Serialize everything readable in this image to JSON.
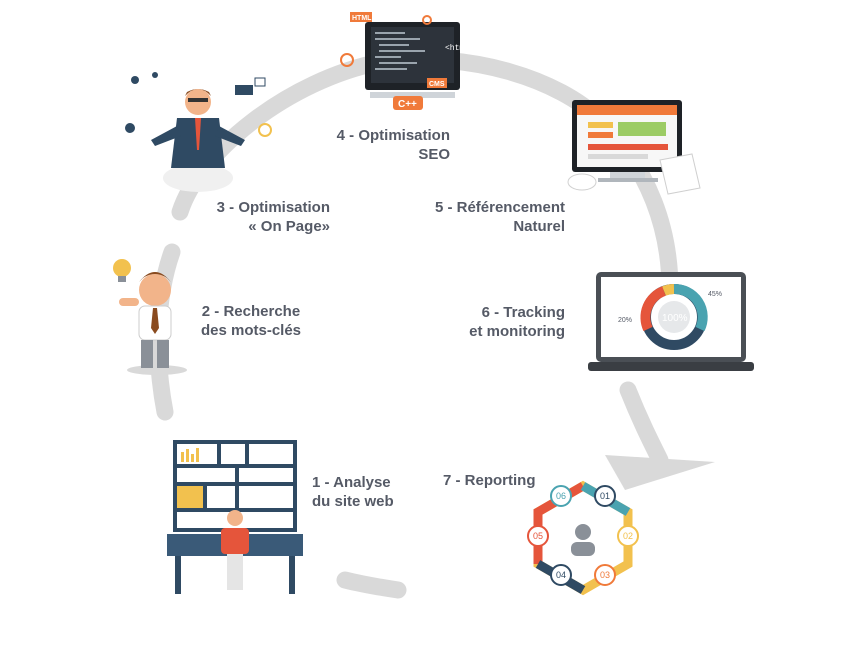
{
  "steps": [
    {
      "id": 1,
      "line1": "1 - Analyse",
      "line2": "du site web"
    },
    {
      "id": 2,
      "line1": "2 - Recherche",
      "line2": "des mots-clés"
    },
    {
      "id": 3,
      "line1": "3 - Optimisation",
      "line2": "« On Page»"
    },
    {
      "id": 4,
      "line1": "4 - Optimisation",
      "line2": "SEO"
    },
    {
      "id": 5,
      "line1": "5 - Référencement",
      "line2": "Naturel"
    },
    {
      "id": 6,
      "line1": "6 - Tracking",
      "line2": "et monitoring"
    },
    {
      "id": 7,
      "line1": "7 - Reporting",
      "line2": ""
    }
  ],
  "illustrations": {
    "code_screen": {
      "html_tag": "HTML",
      "cms_tag": "CMS",
      "cpp_tag": "C++",
      "html_glyph": "<htm"
    },
    "tracking": {
      "center": "100%",
      "left_pct": "20%",
      "right_pct": "45%"
    },
    "reporting_hex": {
      "nodes": [
        "01",
        "02",
        "03",
        "04",
        "05",
        "06"
      ]
    }
  },
  "colors": {
    "arrow": "#d9d9d9",
    "text": "#555a66",
    "accent_orange": "#f07a3a",
    "accent_teal": "#4aa3b0",
    "dark_navy": "#2f4a63",
    "accent_yellow": "#f2c14e",
    "accent_red": "#e5553b"
  }
}
